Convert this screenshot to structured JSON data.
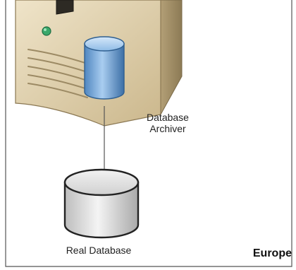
{
  "diagram": {
    "archiver": {
      "line1": "Database",
      "line2": "Archiver"
    },
    "real_database": {
      "label": "Real Database"
    },
    "region": {
      "label": "Europe"
    }
  },
  "colors": {
    "server_body": "#d8c8a2",
    "server_side": "#a8956e",
    "archiver_fill": "#6fa6dc",
    "real_db_fill": "#d9d9d9",
    "led": "#3aa86b",
    "border": "#555555"
  },
  "icons": [
    "server-icon",
    "archiver-database-icon",
    "real-database-icon",
    "power-led-icon"
  ]
}
